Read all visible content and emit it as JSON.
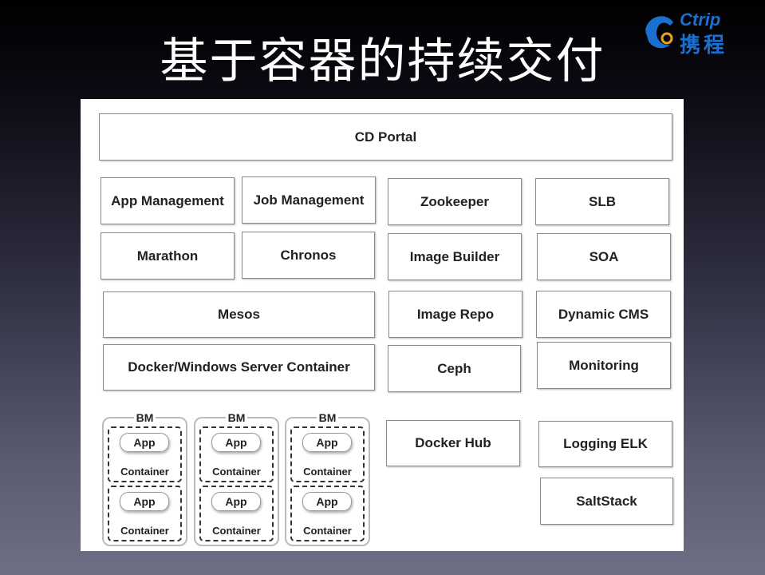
{
  "title": "基于容器的持续交付",
  "logo": {
    "text_en": "Ctrip",
    "text_cn": "携程",
    "color": "#1a6fd0"
  },
  "boxes": {
    "cd_portal": "CD Portal",
    "app_management": "App Management",
    "job_management": "Job Management",
    "zookeeper": "Zookeeper",
    "slb": "SLB",
    "marathon": "Marathon",
    "chronos": "Chronos",
    "image_builder": "Image Builder",
    "soa": "SOA",
    "mesos": "Mesos",
    "image_repo": "Image Repo",
    "dynamic_cms": "Dynamic CMS",
    "docker_windows": "Docker/Windows Server Container",
    "ceph": "Ceph",
    "monitoring": "Monitoring",
    "docker_hub": "Docker Hub",
    "logging_elk": "Logging ELK",
    "saltstack": "SaltStack"
  },
  "bm": {
    "label": "BM",
    "app": "App",
    "container": "Container"
  }
}
